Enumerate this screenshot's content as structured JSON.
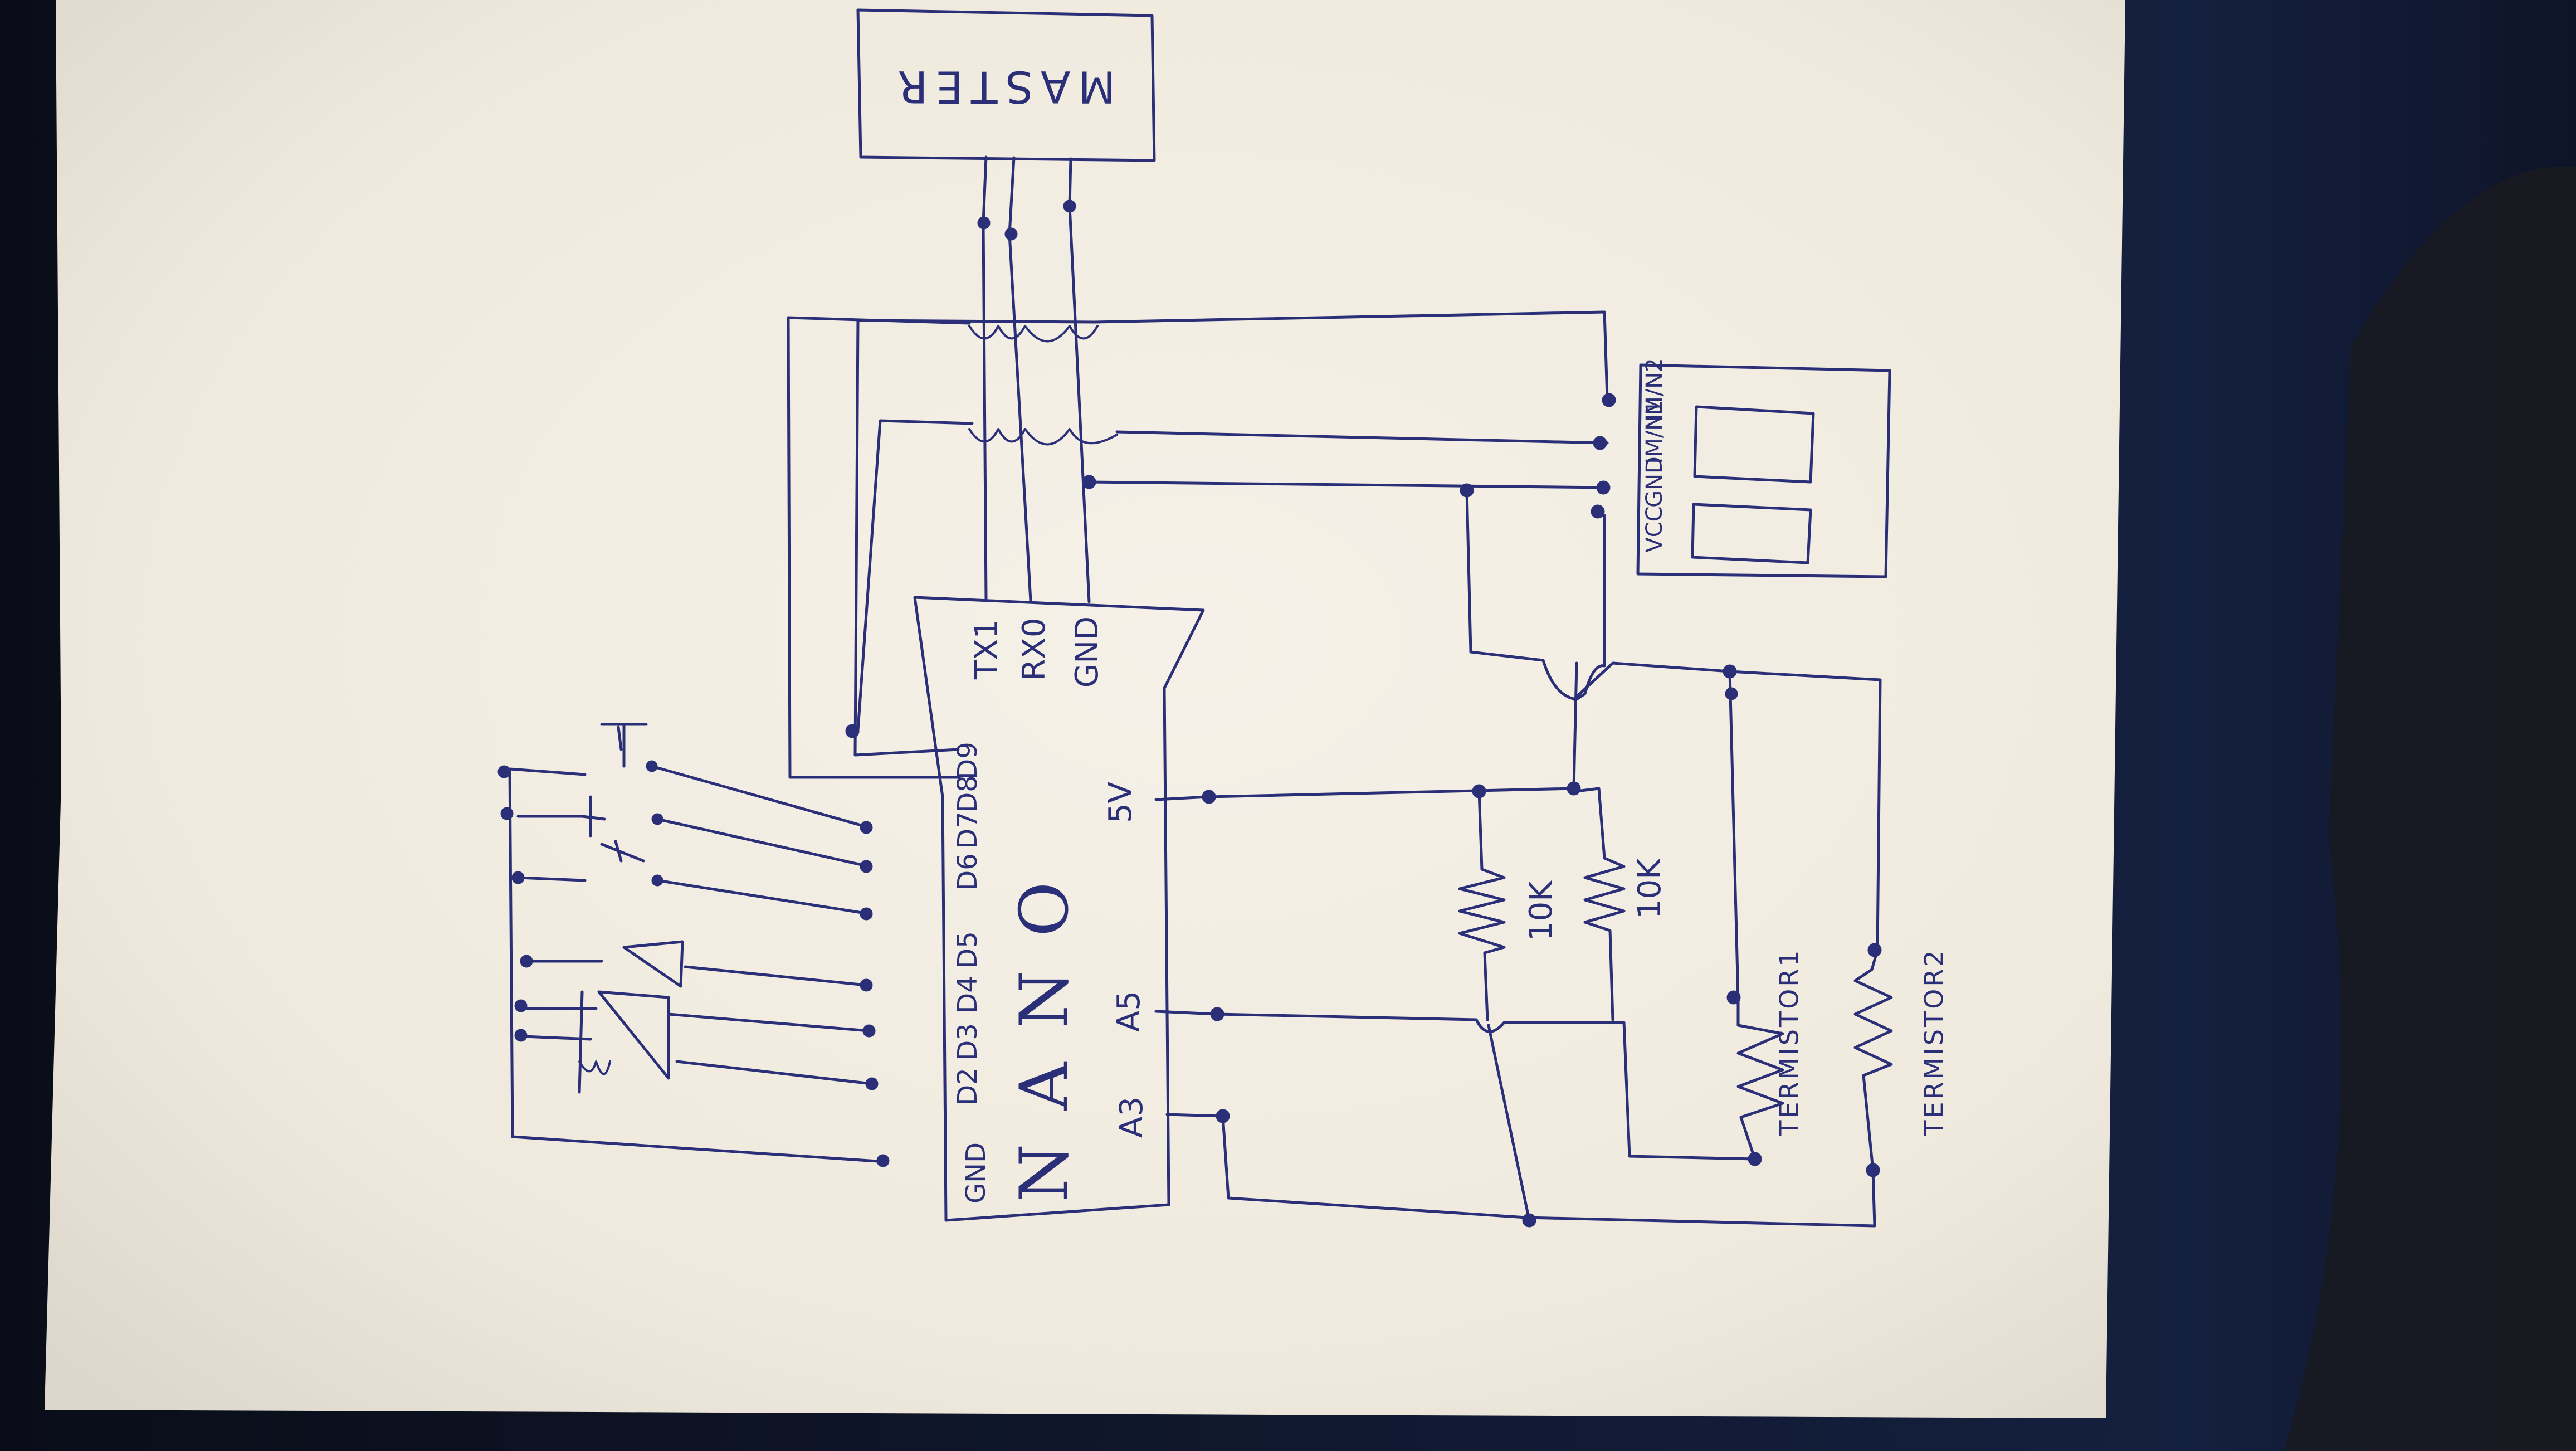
{
  "diagram": {
    "master_label": "MASTER",
    "nano": {
      "title": "NANO",
      "comm_pins": [
        "TX1",
        "RX0",
        "GND"
      ],
      "digital_pins": [
        "D2",
        "D3",
        "D4",
        "D5",
        "D6",
        "D7",
        "D8",
        "D9"
      ],
      "gnd_pin": "GND",
      "analog_pins": [
        "A3",
        "A5"
      ],
      "power_pin": "5V"
    },
    "display_pins": [
      "VCC",
      "GND",
      "IM/N1",
      "IM/N2"
    ],
    "resistors": [
      "10K",
      "10K"
    ],
    "thermistors": [
      "TERMISTOR1",
      "TERMISTOR2"
    ]
  },
  "colors": {
    "ink": "#2a2f78",
    "paper": "#f1ece2",
    "background": "#0f1526"
  }
}
